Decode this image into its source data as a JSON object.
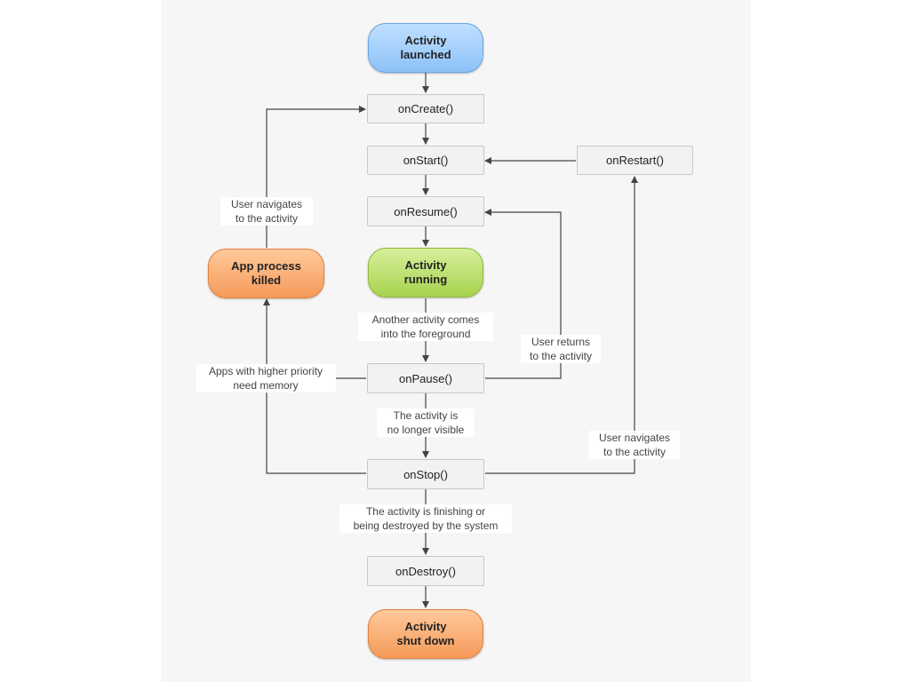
{
  "states": {
    "launched": "Activity\nlaunched",
    "running": "Activity\nrunning",
    "killed": "App process\nkilled",
    "shutdown": "Activity\nshut down"
  },
  "methods": {
    "on_create": "onCreate()",
    "on_start": "onStart()",
    "on_restart": "onRestart()",
    "on_resume": "onResume()",
    "on_pause": "onPause()",
    "on_stop": "onStop()",
    "on_destroy": "onDestroy()"
  },
  "labels": {
    "user_navigates_left": "User navigates\nto the activity",
    "another_activity": "Another activity comes\ninto the foreground",
    "user_returns": "User returns\nto the activity",
    "higher_priority": "Apps with higher priority\nneed memory",
    "no_longer_visible": "The activity is\nno longer visible",
    "user_navigates_right": "User navigates\nto the activity",
    "finishing": "The activity is finishing or\nbeing destroyed by the system"
  },
  "colors": {
    "launched": "#8cc1f7",
    "running": "#a7d34e",
    "killed": "#f59a5a",
    "shutdown": "#f59a5a",
    "arrow": "#444444"
  }
}
